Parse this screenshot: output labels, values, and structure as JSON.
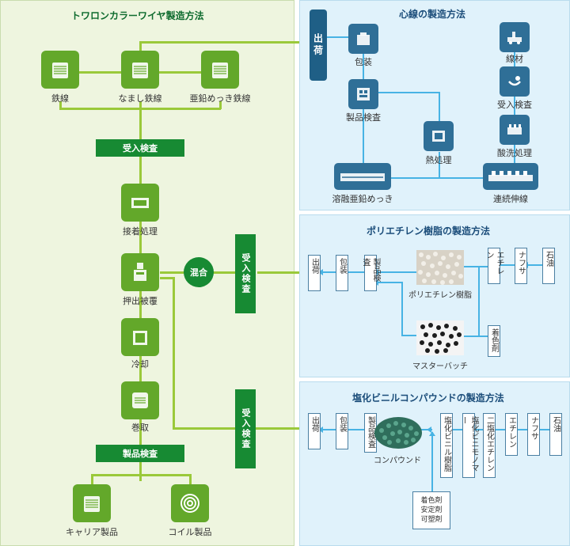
{
  "colors": {
    "left_panel_bg": "#eef5df",
    "right_panel_bg": "#e0f2fb",
    "green_icon": "#63a82a",
    "dark_green": "#178a33",
    "navy_icon": "#2f6f97",
    "green_line": "#9ac93a",
    "blue_line": "#47b3e4"
  },
  "left": {
    "title": "トワロンカラーワイヤ製造方法",
    "wire1": "鉄線",
    "wire2": "なまし鉄線",
    "wire3": "亜鉛めっき鉄線",
    "inspect_in": "受入検査",
    "adhesion": "接着処理",
    "extrusion": "押出被覆",
    "cooling": "冷却",
    "winding": "巻取",
    "product_inspect": "製品検査",
    "carrier": "キャリア製品",
    "coil": "コイル製品",
    "mix": "混合",
    "inspect_in_2": "受入検査",
    "inspect_in_3": "受入検査"
  },
  "core": {
    "title": "心線の製造方法",
    "ship": "出荷",
    "pack": "包装",
    "product_inspect": "製品検査",
    "heat": "熱処理",
    "galvanize": "溶融亜鉛めっき",
    "continuous": "連続伸線",
    "pickling": "酸洗処理",
    "inspect_in": "受入検査",
    "wire_rod": "線材"
  },
  "pe": {
    "title": "ポリエチレン樹脂の製造方法",
    "ship": "出荷",
    "pack": "包装",
    "product_inspect": "製品検査",
    "resin_caption": "ポリエチレン樹脂",
    "masterbatch_caption": "マスターバッチ",
    "ethylene": "エチレン",
    "naphtha": "ナフサ",
    "oil": "石油",
    "colorant": "着色剤"
  },
  "pvc": {
    "title": "塩化ビニルコンパウンドの製造方法",
    "ship": "出荷",
    "pack": "包装",
    "product_inspect": "製品検査",
    "compound_caption": "コンパウンド",
    "pvc_resin": "塩化ビニル樹脂",
    "vcm": "塩化ビニモノマー",
    "edc": "二塩化エチレン",
    "ethylene": "エチレン",
    "naphtha": "ナフサ",
    "oil": "石油",
    "additive1": "着色剤",
    "additive2": "安定剤",
    "additive3": "可塑剤"
  }
}
